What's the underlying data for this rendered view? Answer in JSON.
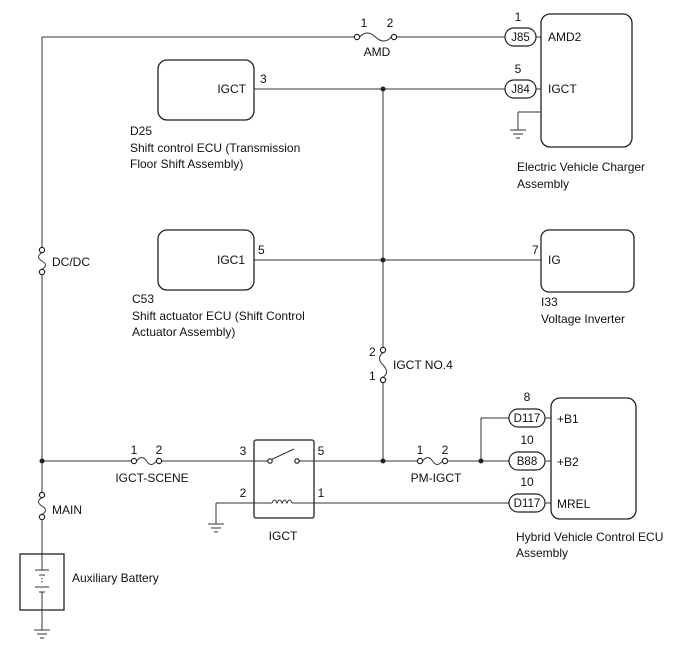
{
  "fuses": {
    "amd": {
      "label": "AMD",
      "pin_a": "1",
      "pin_b": "2"
    },
    "dcdc": {
      "label": "DC/DC"
    },
    "igct_no4": {
      "label": "IGCT NO.4",
      "pin_top": "2",
      "pin_bottom": "1"
    },
    "igct_scene": {
      "label": "IGCT-SCENE",
      "pin_a": "1",
      "pin_b": "2"
    },
    "pm_igct": {
      "label": "PM-IGCT",
      "pin_a": "1",
      "pin_b": "2"
    },
    "main": {
      "label": "MAIN"
    }
  },
  "shift_control_ecu": {
    "terminal": "IGCT",
    "pin": "3",
    "code": "D25",
    "name_line1": "Shift control ECU (Transmission",
    "name_line2": "Floor Shift Assembly)"
  },
  "shift_actuator_ecu": {
    "terminal": "IGC1",
    "pin": "5",
    "code": "C53",
    "name_line1": "Shift actuator ECU (Shift Control",
    "name_line2": "Actuator Assembly)"
  },
  "charger": {
    "name_line1": "Electric Vehicle Charger",
    "name_line2": "Assembly",
    "terminals": [
      {
        "pin": "1",
        "connector": "J85",
        "terminal": "AMD2"
      },
      {
        "pin": "5",
        "connector": "J84",
        "terminal": "IGCT"
      }
    ]
  },
  "inverter": {
    "terminal": "IG",
    "pin": "7",
    "code": "I33",
    "name": "Voltage Inverter"
  },
  "relay": {
    "label": "IGCT",
    "pin_in": "3",
    "pin_out": "5",
    "coil_pin_a": "2",
    "coil_pin_b": "1"
  },
  "hv_ecu": {
    "name_line1": "Hybrid Vehicle Control ECU",
    "name_line2": "Assembly",
    "terminals": [
      {
        "pin": "8",
        "connector": "D117",
        "terminal": "+B1"
      },
      {
        "pin": "10",
        "connector": "B88",
        "terminal": "+B2"
      },
      {
        "pin": "10",
        "connector": "D117",
        "terminal": "MREL"
      }
    ]
  },
  "battery": {
    "label": "Auxiliary Battery"
  }
}
